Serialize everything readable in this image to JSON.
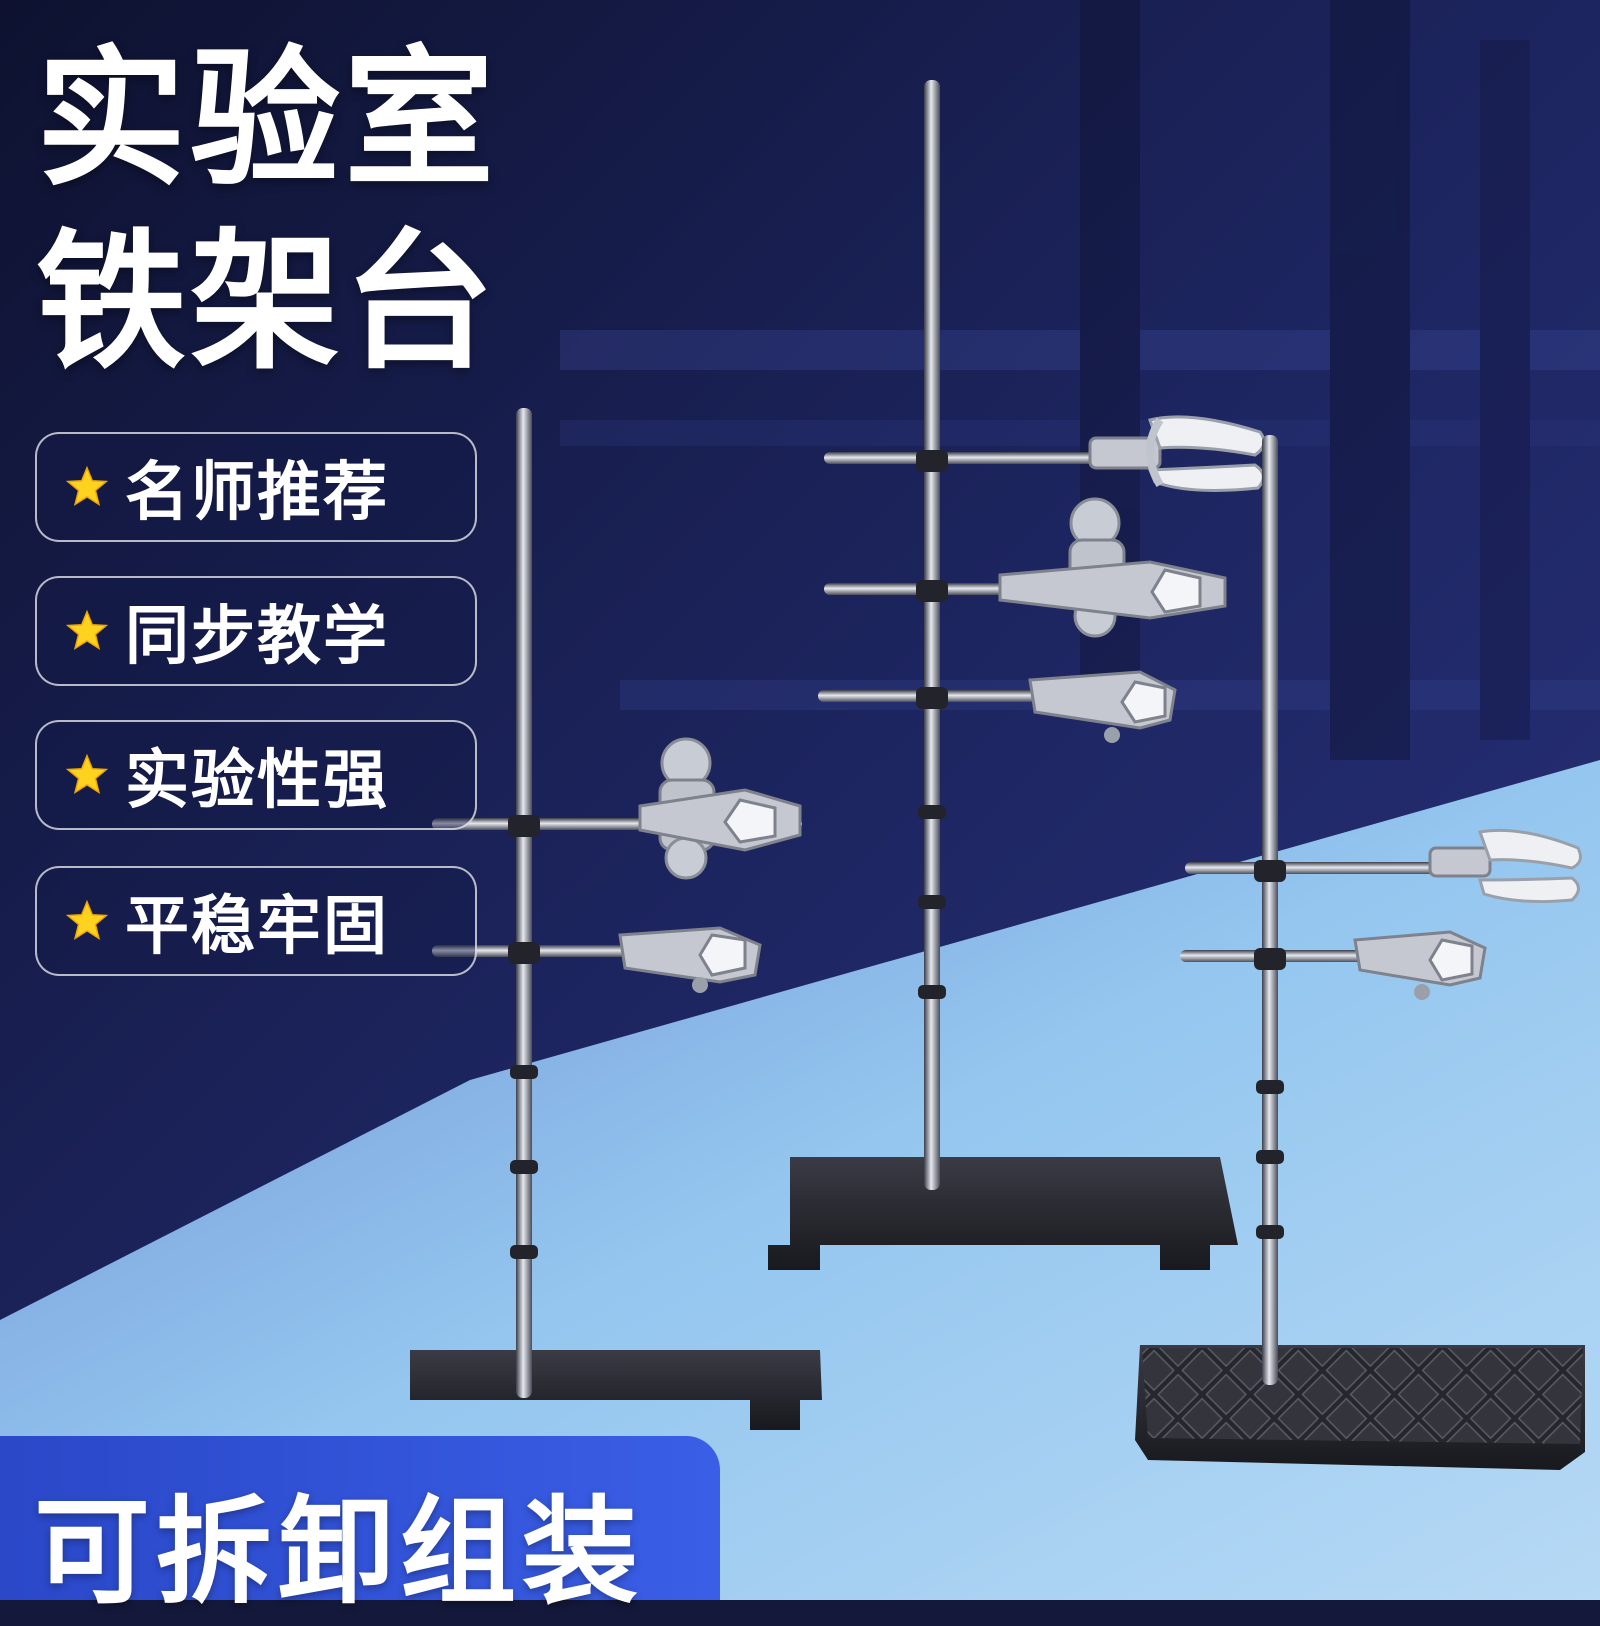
{
  "title": {
    "line1": "实验室",
    "line2": "铁架台"
  },
  "features": [
    {
      "icon": "star-icon",
      "label": "名师推荐"
    },
    {
      "icon": "star-icon",
      "label": "同步教学"
    },
    {
      "icon": "star-icon",
      "label": "实验性强"
    },
    {
      "icon": "star-icon",
      "label": "平稳牢固"
    }
  ],
  "bottom_banner": {
    "label": "可拆卸组装"
  },
  "colors": {
    "background_dark": "#14183a",
    "table_top": "#8fc4ee",
    "banner_blue": "#3a5ee6",
    "star_yellow": "#ffd21f",
    "base_black": "#2b2c33"
  }
}
